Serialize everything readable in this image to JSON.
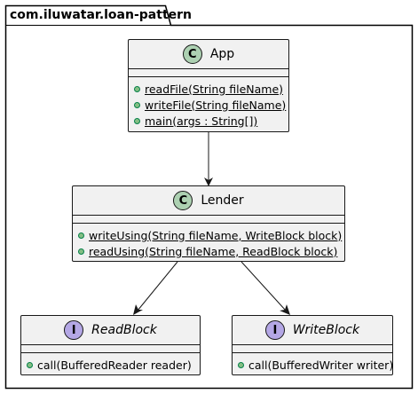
{
  "package": {
    "name": "com.iluwatar.loan-pattern"
  },
  "classes": {
    "app": {
      "stereotype_letter": "C",
      "name": "App",
      "methods": [
        "readFile(String fileName)",
        "writeFile(String fileName)",
        "main(args : String[])"
      ]
    },
    "lender": {
      "stereotype_letter": "C",
      "name": "Lender",
      "methods": [
        "writeUsing(String fileName, WriteBlock block)",
        "readUsing(String fileName, ReadBlock block)"
      ]
    },
    "readblock": {
      "stereotype_letter": "I",
      "name": "ReadBlock",
      "methods": [
        "call(BufferedReader reader)"
      ]
    },
    "writeblock": {
      "stereotype_letter": "I",
      "name": "WriteBlock",
      "methods": [
        "call(BufferedWriter writer)"
      ]
    }
  },
  "colors": {
    "class_badge": "#add1b2",
    "interface_badge": "#b4a7e5",
    "box_fill": "#f1f1f1",
    "border": "#181818",
    "public_dot": "#84be84"
  }
}
